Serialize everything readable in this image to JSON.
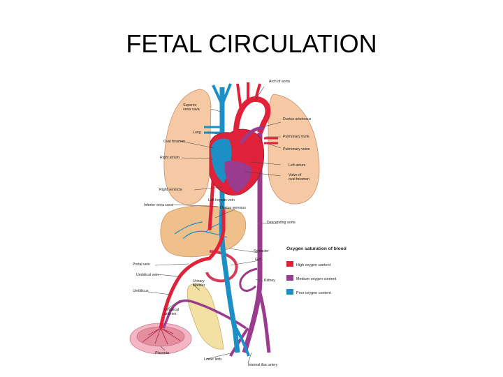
{
  "title": "FETAL CIRCULATION",
  "labels": {
    "arch_of_aorta": "Arch of aorta",
    "superior_vena_cava": "Superior vena cava",
    "ductus_arteriosus": "Ductus arteriosus",
    "lung": "Lung",
    "pulmonary_trunk": "Pulmonary trunk",
    "oval_foramen": "Oval foramen",
    "pulmonary_veins": "Pulmonary veins",
    "right_atrium": "Right atrium",
    "left_atrium": "Left atrium",
    "valve_of_oval_foramen": "Valve of oval foramen",
    "right_ventricle": "Right ventricle",
    "left_hepatic_vein": "Left hepatic vein",
    "inferior_vena_cava": "Inferior vena cava",
    "ductus_venosus": "Ductus venosus",
    "descending_aorta": "Descending aorta",
    "sphincter": "Sphincter",
    "gut": "Gut",
    "portal_vein": "Portal vein",
    "umbilical_vein": "Umbilical vein",
    "kidney": "Kidney",
    "urinary_bladder": "Urinary bladder",
    "umbilicus": "Umbilicus",
    "umbilical_arteries": "Umbilical arteries",
    "placenta": "Placenta",
    "lower_limb": "Lower limb",
    "internal_iliac_artery": "Internal iliac artery"
  },
  "legend": {
    "title": "Oxygen saturation of blood",
    "items": [
      {
        "label": "High oxygen content",
        "color": "#e0213a"
      },
      {
        "label": "Medium oxygen content",
        "color": "#9a3b8e"
      },
      {
        "label": "Poor oxygen content",
        "color": "#1c8fc4"
      }
    ]
  },
  "colors": {
    "high_oxygen": "#e0213a",
    "medium_oxygen": "#9a3b8e",
    "poor_oxygen": "#1c8fc4",
    "organ_tissue": "#f6c9a5",
    "liver_tissue": "#f0c08c"
  }
}
